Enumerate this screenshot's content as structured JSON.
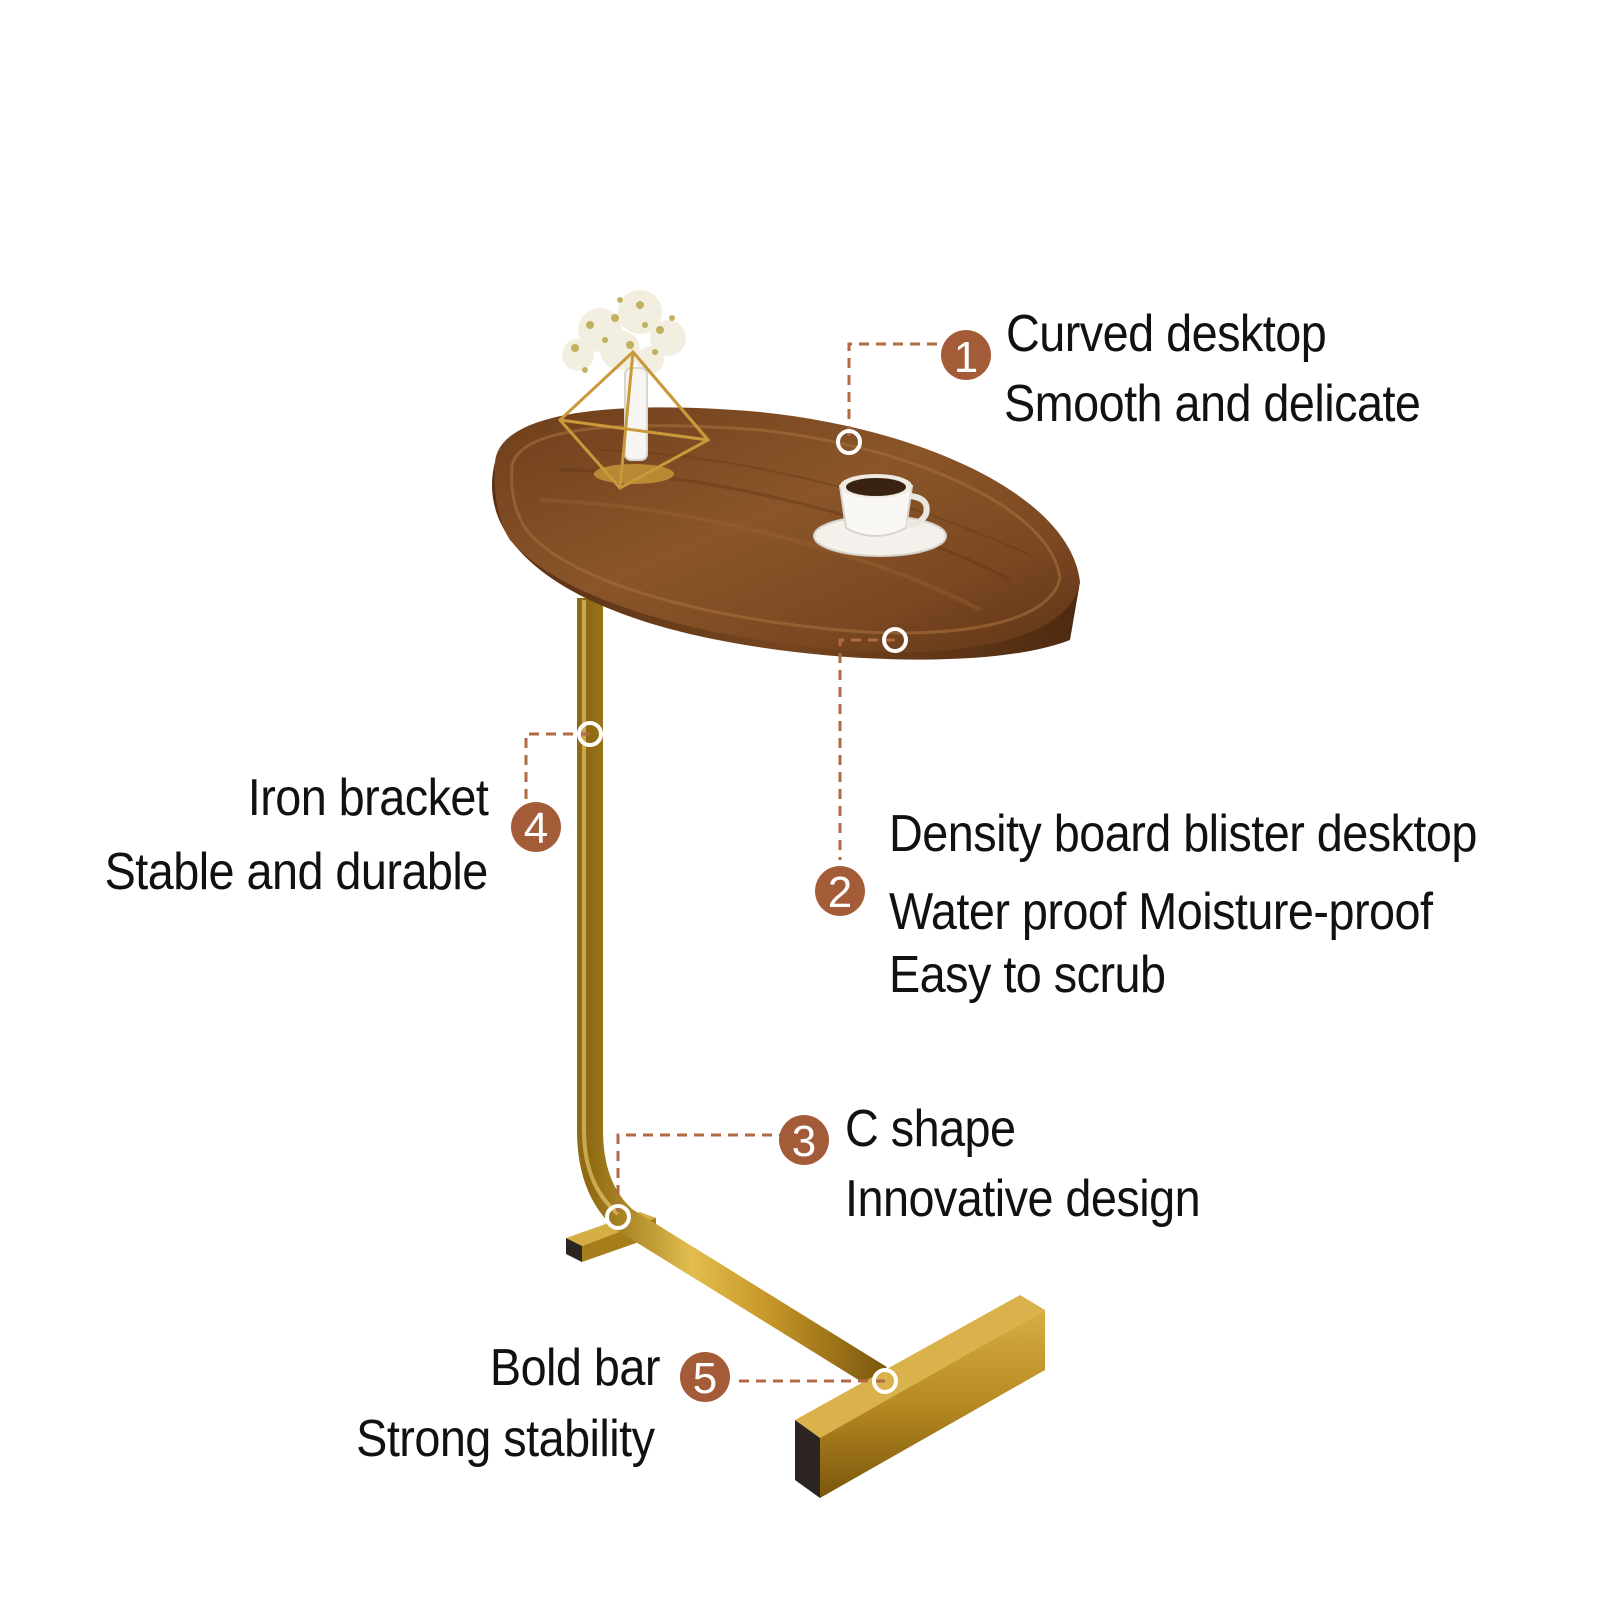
{
  "colors": {
    "background": "#ffffff",
    "badge": "#a45c38",
    "leader": "#b26a45",
    "wood": "#7a4a22",
    "gold": "#c79a28",
    "text": "#111111"
  },
  "callouts": [
    {
      "number": "1",
      "lines": [
        "Curved desktop",
        "Smooth and delicate"
      ]
    },
    {
      "number": "2",
      "lines": [
        "Density board blister desktop",
        "Water proof Moisture-proof",
        "Easy to scrub"
      ]
    },
    {
      "number": "3",
      "lines": [
        "C shape",
        "Innovative design"
      ]
    },
    {
      "number": "4",
      "lines": [
        "Iron bracket",
        "Stable and durable"
      ]
    },
    {
      "number": "5",
      "lines": [
        "Bold bar",
        "Strong stability"
      ]
    }
  ]
}
